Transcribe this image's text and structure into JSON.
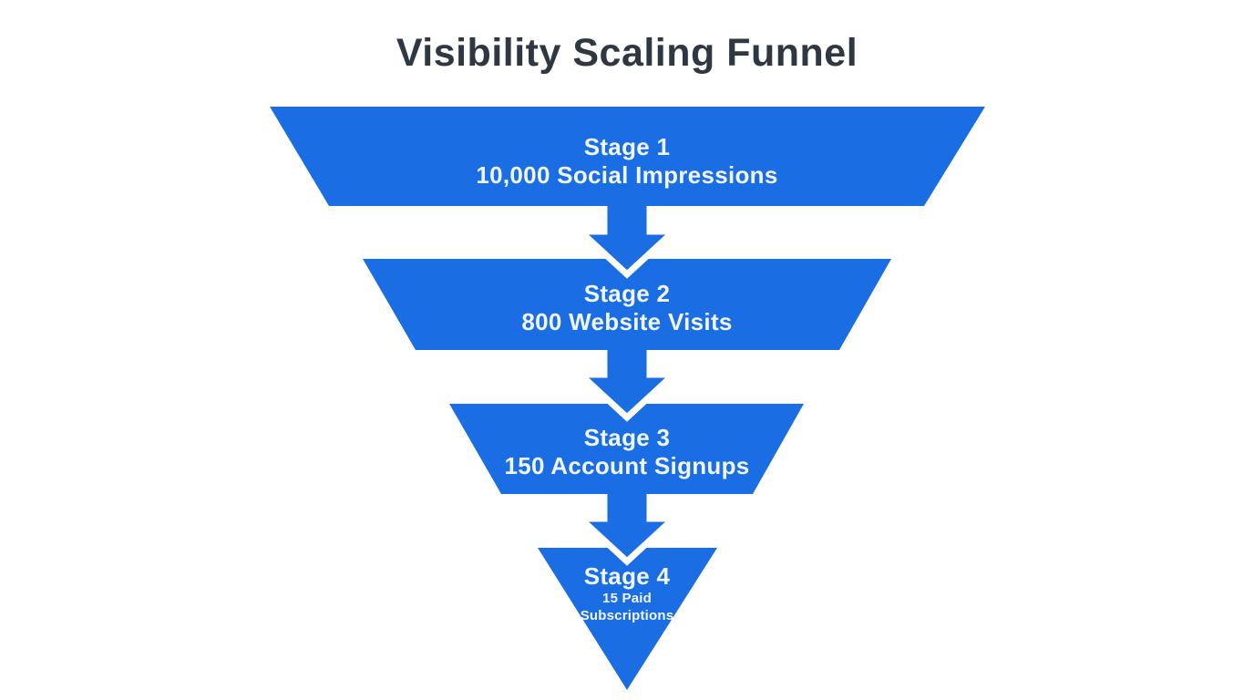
{
  "title": "Visibility Scaling Funnel",
  "colors": {
    "background": "#ffffff",
    "funnel_blue": "#1a6de3",
    "title_text": "#2f3842",
    "stage_text": "#f0f6fe",
    "arrow_outline": "#ffffff"
  },
  "funnel": {
    "type": "funnel",
    "stage_count": 4,
    "stages": [
      {
        "stage_label": "Stage 1",
        "value": 10000,
        "metric": "Social Impressions",
        "value_label": "10,000 Social Impressions"
      },
      {
        "stage_label": "Stage 2",
        "value": 800,
        "metric": "Website Visits",
        "value_label": "800 Website Visits"
      },
      {
        "stage_label": "Stage 3",
        "value": 150,
        "metric": "Account Signups",
        "value_label": "150 Account Signups"
      },
      {
        "stage_label": "Stage 4",
        "value": 15,
        "metric": "Paid Subscriptions",
        "value_label_line1": "15 Paid",
        "value_label_line2": "Subscriptions"
      }
    ]
  }
}
